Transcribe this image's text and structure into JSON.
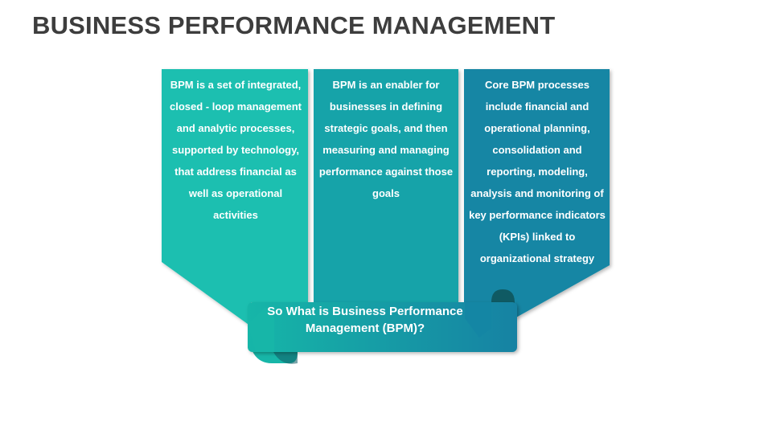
{
  "title": "BUSINESS PERFORMANCE MANAGEMENT",
  "panels": [
    {
      "color": "#1ebfb0",
      "lines": [
        "BPM is a set of integrated,",
        "closed - loop management",
        "and analytic processes,",
        "supported by technology,",
        "that address financial as",
        "well as operational",
        "activities"
      ]
    },
    {
      "color": "#17a3a9",
      "lines": [
        "BPM is an enabler for",
        "businesses in defining",
        "strategic goals, and then",
        "measuring and managing",
        "performance against those",
        "goals"
      ]
    },
    {
      "color": "#1486a4",
      "lines": [
        "Core BPM processes",
        "include financial and",
        "operational planning,",
        "consolidation and",
        "reporting, modeling,",
        "analysis and monitoring of",
        "key performance indicators",
        "(KPIs) linked to",
        "organizational strategy"
      ]
    }
  ],
  "banner": {
    "lines": [
      "So What is Business Performance",
      "Management (BPM)?"
    ],
    "color_left": "#17b6a8",
    "color_right": "#1582a3",
    "shadow_color": "#0f5a63"
  }
}
